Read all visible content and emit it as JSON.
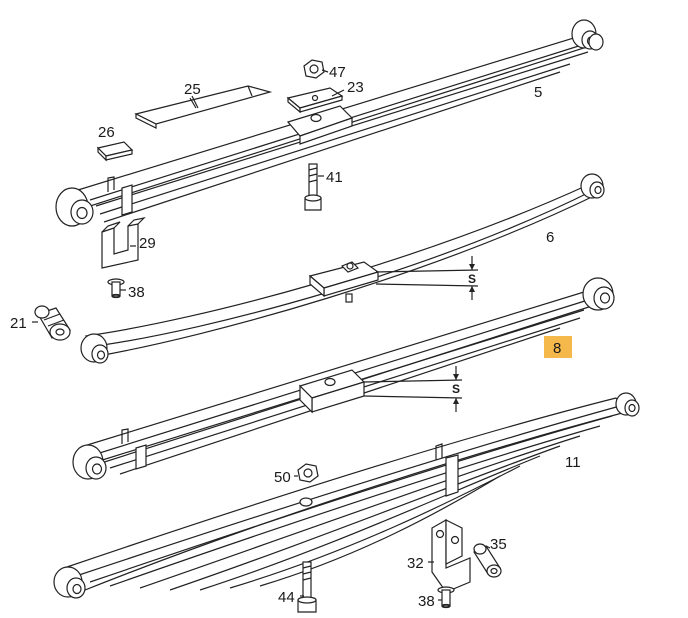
{
  "diagram": {
    "part_labels": {
      "p5": "5",
      "p6": "6",
      "p8": "8",
      "p11": "11",
      "p21": "21",
      "p23": "23",
      "p25": "25",
      "p26": "26",
      "p29": "29",
      "p32": "32",
      "p35": "35",
      "p38a": "38",
      "p38b": "38",
      "p41": "41",
      "p44": "44",
      "p47": "47",
      "p50": "50"
    },
    "dimension_labels": {
      "s1": "S",
      "s2": "S"
    },
    "highlighted_part": "8",
    "highlight_color": "#f5b84a"
  }
}
